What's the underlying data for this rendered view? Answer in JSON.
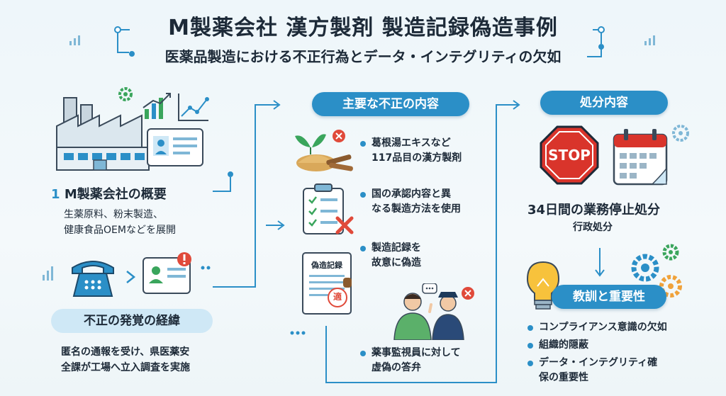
{
  "title": "M製薬会社 漢方製剤 製造記録偽造事例",
  "subtitle": "医薬品製造における不正行為とデータ・インテグリティの欠如",
  "overview": {
    "number": "1",
    "heading": "M製薬会社の概要",
    "line1": "生薬原料、粉末製造、",
    "line2": "健康食品OEMなどを展開"
  },
  "discovery": {
    "heading": "不正の発覚の経緯",
    "line1": "匿名の通報を受け、県医薬安",
    "line2": "全課が工場へ立入調査を実施"
  },
  "main_fraud": {
    "heading": "主要な不正の内容",
    "items": [
      {
        "line1": "葛根湯エキスなど",
        "line2": "117品目の漢方製剤"
      },
      {
        "line1": "国の承認内容と異",
        "line2": "なる製造方法を使用"
      },
      {
        "line1": "製造記録を",
        "line2": "故意に偽造"
      },
      {
        "line1": "薬事監視員に対して",
        "line2": "虚偽の答弁"
      }
    ],
    "clipboard_label": "偽造記録",
    "stamp_label": "適"
  },
  "penalty": {
    "heading": "処分内容",
    "stop_label": "STOP",
    "line1": "34日間の業務停止処分",
    "line2": "行政処分"
  },
  "lessons": {
    "heading": "教訓と重要性",
    "items": [
      "コンプライアンス意識の欠如",
      "組織的隠蔽",
      "データ・インテグリティ確\n保の重要性"
    ]
  },
  "colors": {
    "accent": "#2b8fc7",
    "accent_light": "#cfe8f6",
    "title_text": "#1d2a38",
    "stop_red": "#d9342b",
    "alert_red": "#e04a3a",
    "check_green": "#3aa55c"
  }
}
